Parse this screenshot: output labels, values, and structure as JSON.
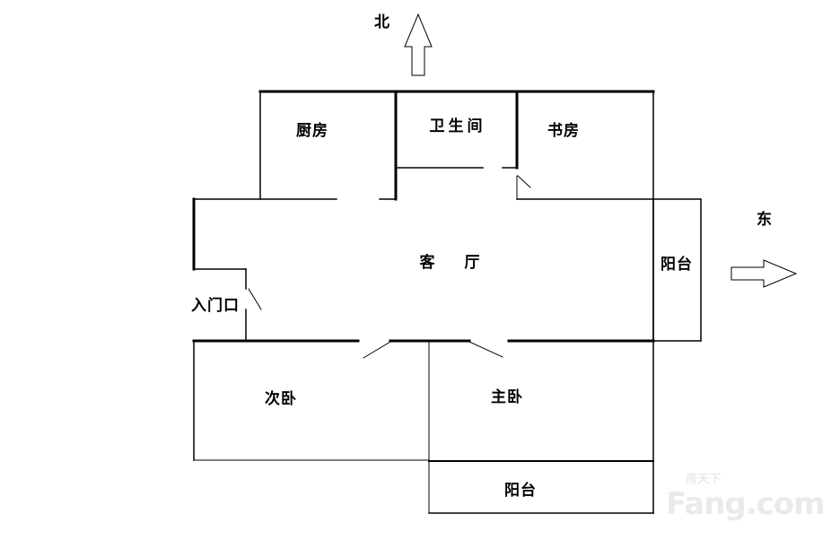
{
  "compass": {
    "north": "北",
    "east": "东"
  },
  "rooms": {
    "kitchen": "厨房",
    "bathroom": "卫生间",
    "study": "书房",
    "living_room": "客　厅",
    "east_balcony": "阳台",
    "entrance": "入门口",
    "second_bedroom": "次卧",
    "master_bedroom": "主卧",
    "south_balcony": "阳台"
  },
  "watermark": {
    "cn": "房天下",
    "en": "Fang.com"
  }
}
